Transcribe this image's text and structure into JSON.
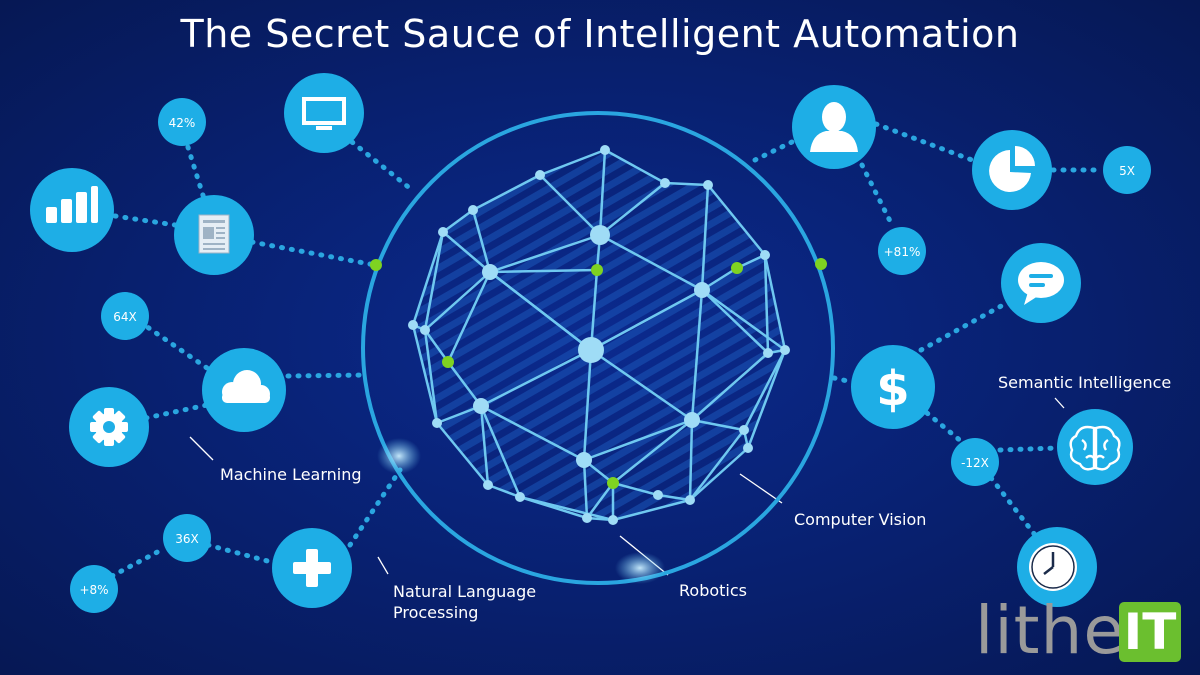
{
  "title": "The Secret Sauce of Intelligent Automation",
  "stats": {
    "s42": "42%",
    "s64x": "64X",
    "s36x": "36X",
    "s8": "+8%",
    "s5x": "5X",
    "s81": "+81%",
    "s12x": "-12X"
  },
  "labels": {
    "machine_learning": "Machine Learning",
    "nlp_line1": "Natural Language",
    "nlp_line2": "Processing",
    "robotics": "Robotics",
    "computer_vision": "Computer Vision",
    "semantic": "Semantic Intelligence"
  },
  "icons": [
    "monitor-icon",
    "bar-chart-icon",
    "document-icon",
    "cloud-icon",
    "gear-icon",
    "plus-icon",
    "user-icon",
    "pie-chart-icon",
    "chat-icon",
    "dollar-icon",
    "brain-icon",
    "clock-icon"
  ],
  "logo": {
    "text": "lithe",
    "badge": "IT"
  },
  "colors": {
    "background": "#08206f",
    "bubble": "#1eaee6",
    "line": "#2aa6e0",
    "node": "#9fdcf6",
    "accent_node": "#7fd321",
    "logo_green": "#6bbf2f",
    "logo_gray": "#9a9a9a"
  }
}
